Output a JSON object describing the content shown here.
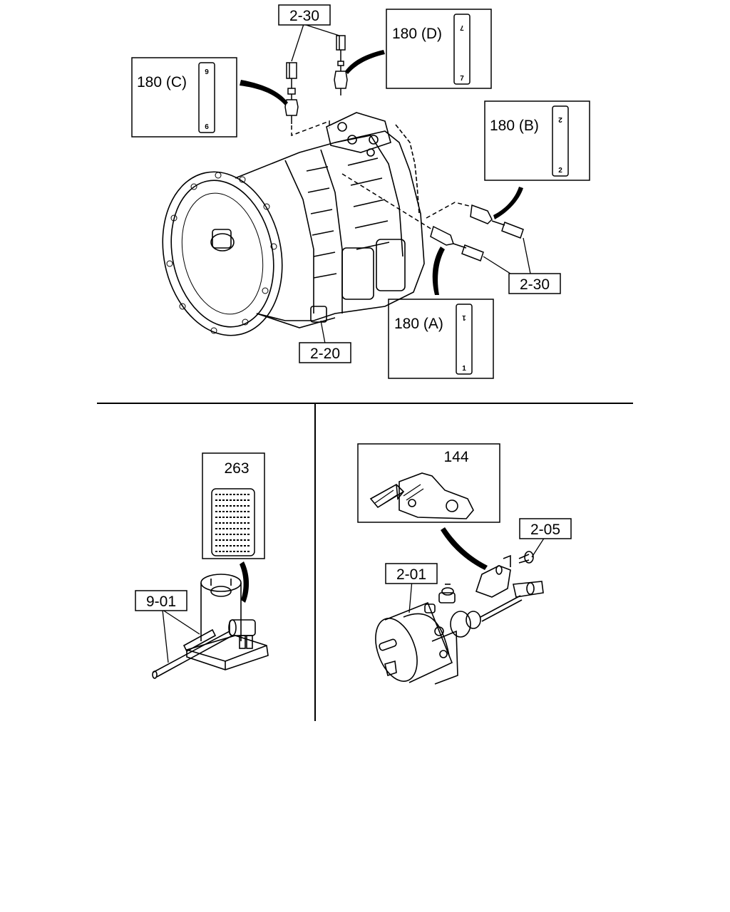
{
  "part_labels": {
    "sensor_top": "2-30",
    "sensor_right": "2-30",
    "housing": "2-20",
    "clutch_booster": "2-01",
    "bolt": "2-05",
    "tool": "9-01"
  },
  "callouts": {
    "a": {
      "ref": "180 (A)",
      "top": "1",
      "bottom": "1"
    },
    "b": {
      "ref": "180 (B)",
      "top": "2",
      "bottom": "2"
    },
    "c": {
      "ref": "180 (C)",
      "top": "9",
      "bottom": "6"
    },
    "d": {
      "ref": "180 (D)",
      "top": "7",
      "bottom": "7"
    },
    "plate": {
      "ref": "263"
    },
    "bracket": {
      "ref": "144"
    }
  }
}
